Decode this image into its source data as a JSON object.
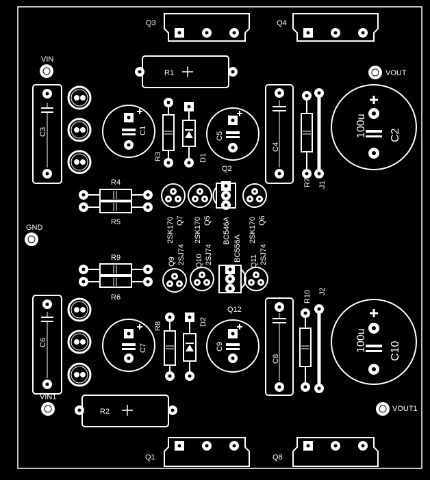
{
  "labels": {
    "q3_top": "Q3",
    "q4_top": "Q4",
    "q1_bottom": "Q1",
    "q8_bottom": "Q8",
    "vin": "VIN",
    "vin1": "VIN1",
    "vout": "VOUT",
    "vout1": "VOUT1",
    "gnd": "GND",
    "r1": "R1",
    "r2": "R2",
    "r3": "R3",
    "r4": "R4",
    "r5": "R5",
    "r6": "R6",
    "r7": "R7",
    "r8": "R8",
    "r9": "R9",
    "r10": "R10",
    "c1": "C1",
    "c2": "C2",
    "c4": "C4",
    "c5": "C5",
    "c6": "C6",
    "c7": "C7",
    "c8": "C8",
    "c9": "C9",
    "c10": "C10",
    "c3": "C3",
    "d1": "D1",
    "d2": "D2",
    "j1": "J1",
    "j2": "J2",
    "q2": "Q2",
    "q5": "Q5",
    "q6": "Q6",
    "q7": "Q7",
    "q9": "Q9",
    "q10": "Q10",
    "q11": "Q11",
    "q12": "Q12",
    "p_2sk170_a": "2SK170",
    "p_2sk170_b": "2SK170",
    "p_2sk170_c": "2SK170",
    "p_2sj74_a": "2SJ74",
    "p_2sj74_b": "2SJ74",
    "p_2sj74_c": "2SJ74",
    "p_bc546a": "BC546A",
    "p_bc556a": "BC556A",
    "c2_val": "100u",
    "c10_val": "100u"
  }
}
